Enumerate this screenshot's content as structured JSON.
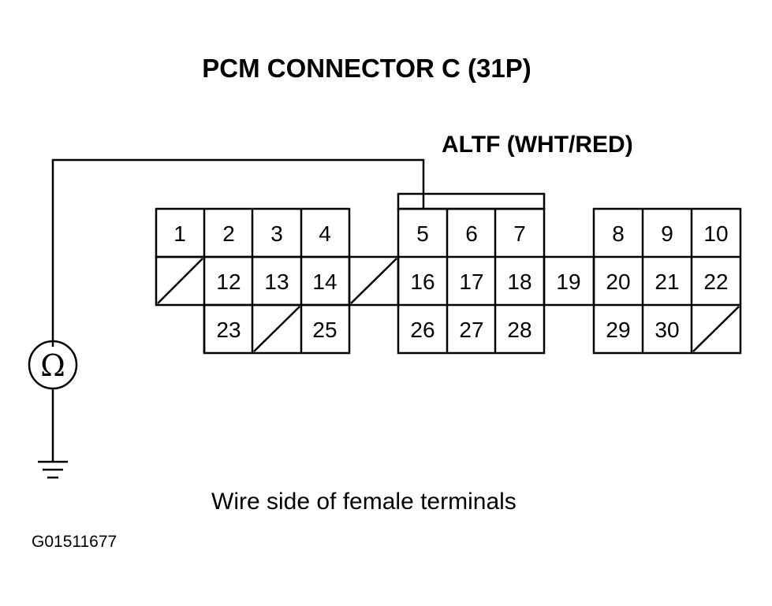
{
  "title": "PCM CONNECTOR C (31P)",
  "wire_label": "ALTF (WHT/RED)",
  "caption": "Wire side of female terminals",
  "figure_code": "G01511677",
  "meter_symbol": "Ω",
  "terminals": {
    "t1": "1",
    "t2": "2",
    "t3": "3",
    "t4": "4",
    "t5": "5",
    "t6": "6",
    "t7": "7",
    "t8": "8",
    "t9": "9",
    "t10": "10",
    "t12": "12",
    "t13": "13",
    "t14": "14",
    "t16": "16",
    "t17": "17",
    "t18": "18",
    "t19": "19",
    "t20": "20",
    "t21": "21",
    "t22": "22",
    "t23": "23",
    "t25": "25",
    "t26": "26",
    "t27": "27",
    "t28": "28",
    "t29": "29",
    "t30": "30"
  }
}
